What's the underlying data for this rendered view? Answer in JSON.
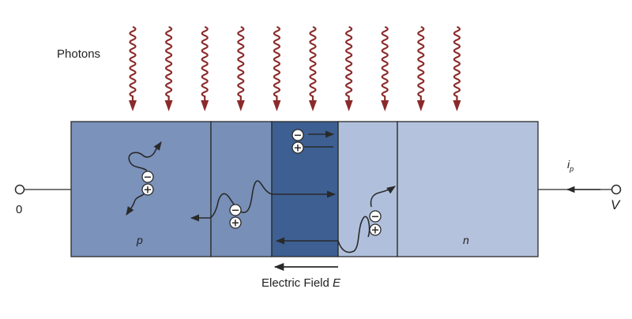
{
  "labels": {
    "photons": "Photons",
    "electric_field": "Electric Field",
    "electric_field_symbol": "E",
    "terminal_left": "0",
    "terminal_right": "V",
    "current_symbol": "i",
    "current_subscript": "p",
    "region_p": "p",
    "region_n": "n"
  },
  "carriers": {
    "electron_symbol": "−",
    "hole_symbol": "+"
  },
  "photon_count": 10,
  "colors": {
    "photon": "#8b2a2a",
    "region_p": "#7b92bb",
    "region_p_depletion": "#7890b8",
    "junction": "#3d5f92",
    "region_n_depletion": "#b0c0dc",
    "region_n": "#b4c2dd",
    "stroke": "#2a2a2a"
  }
}
